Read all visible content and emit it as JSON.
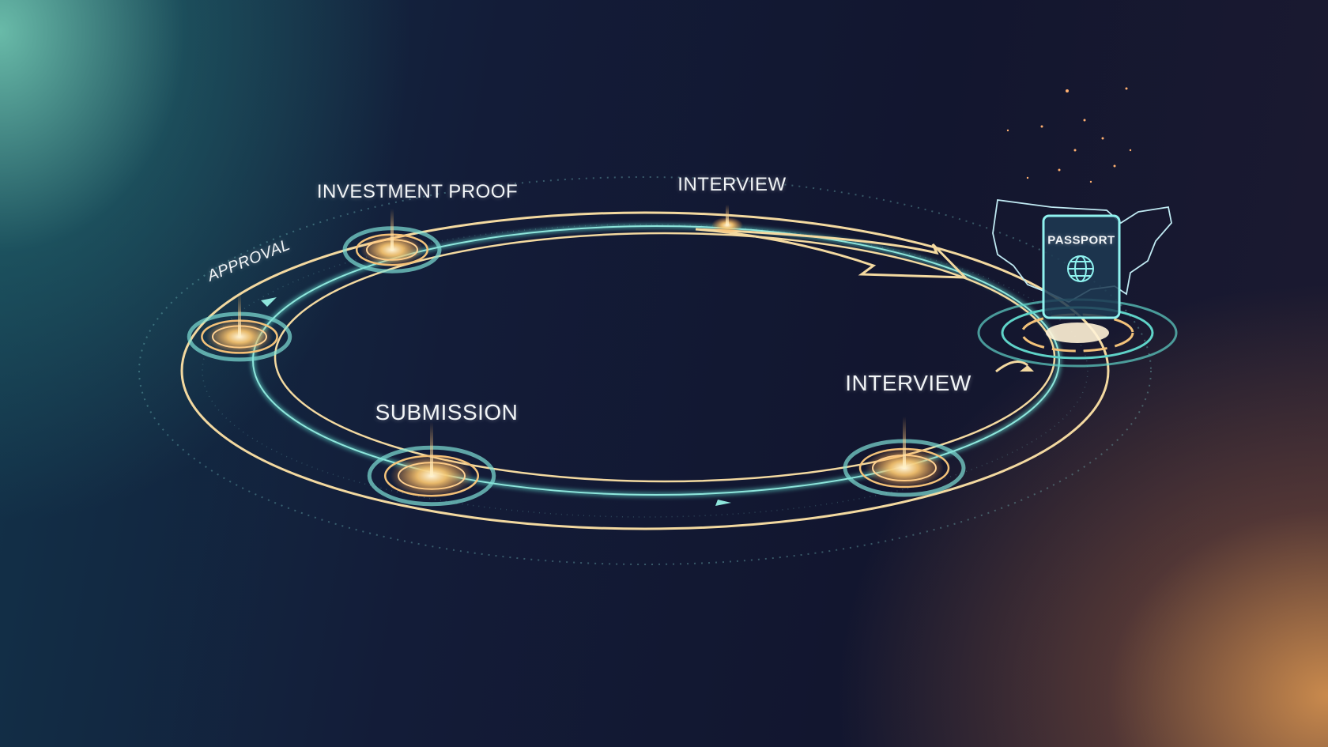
{
  "diagram": {
    "stages": [
      {
        "label": "INVESTMENT PROOF"
      },
      {
        "label": "INTERVIEW"
      },
      {
        "label": "APPROVAL"
      },
      {
        "label": "SUBMISSION"
      },
      {
        "label": "INTERVIEW"
      }
    ],
    "destination": {
      "label": "PASSPORT",
      "icon": "passport-globe-icon",
      "backdrop": "usa-map-outline"
    },
    "colors": {
      "ring_gold": "#f3d9a0",
      "ring_cyan": "#5fd3c8",
      "node_glow": "#ffcf80",
      "background": "#131a33"
    }
  }
}
